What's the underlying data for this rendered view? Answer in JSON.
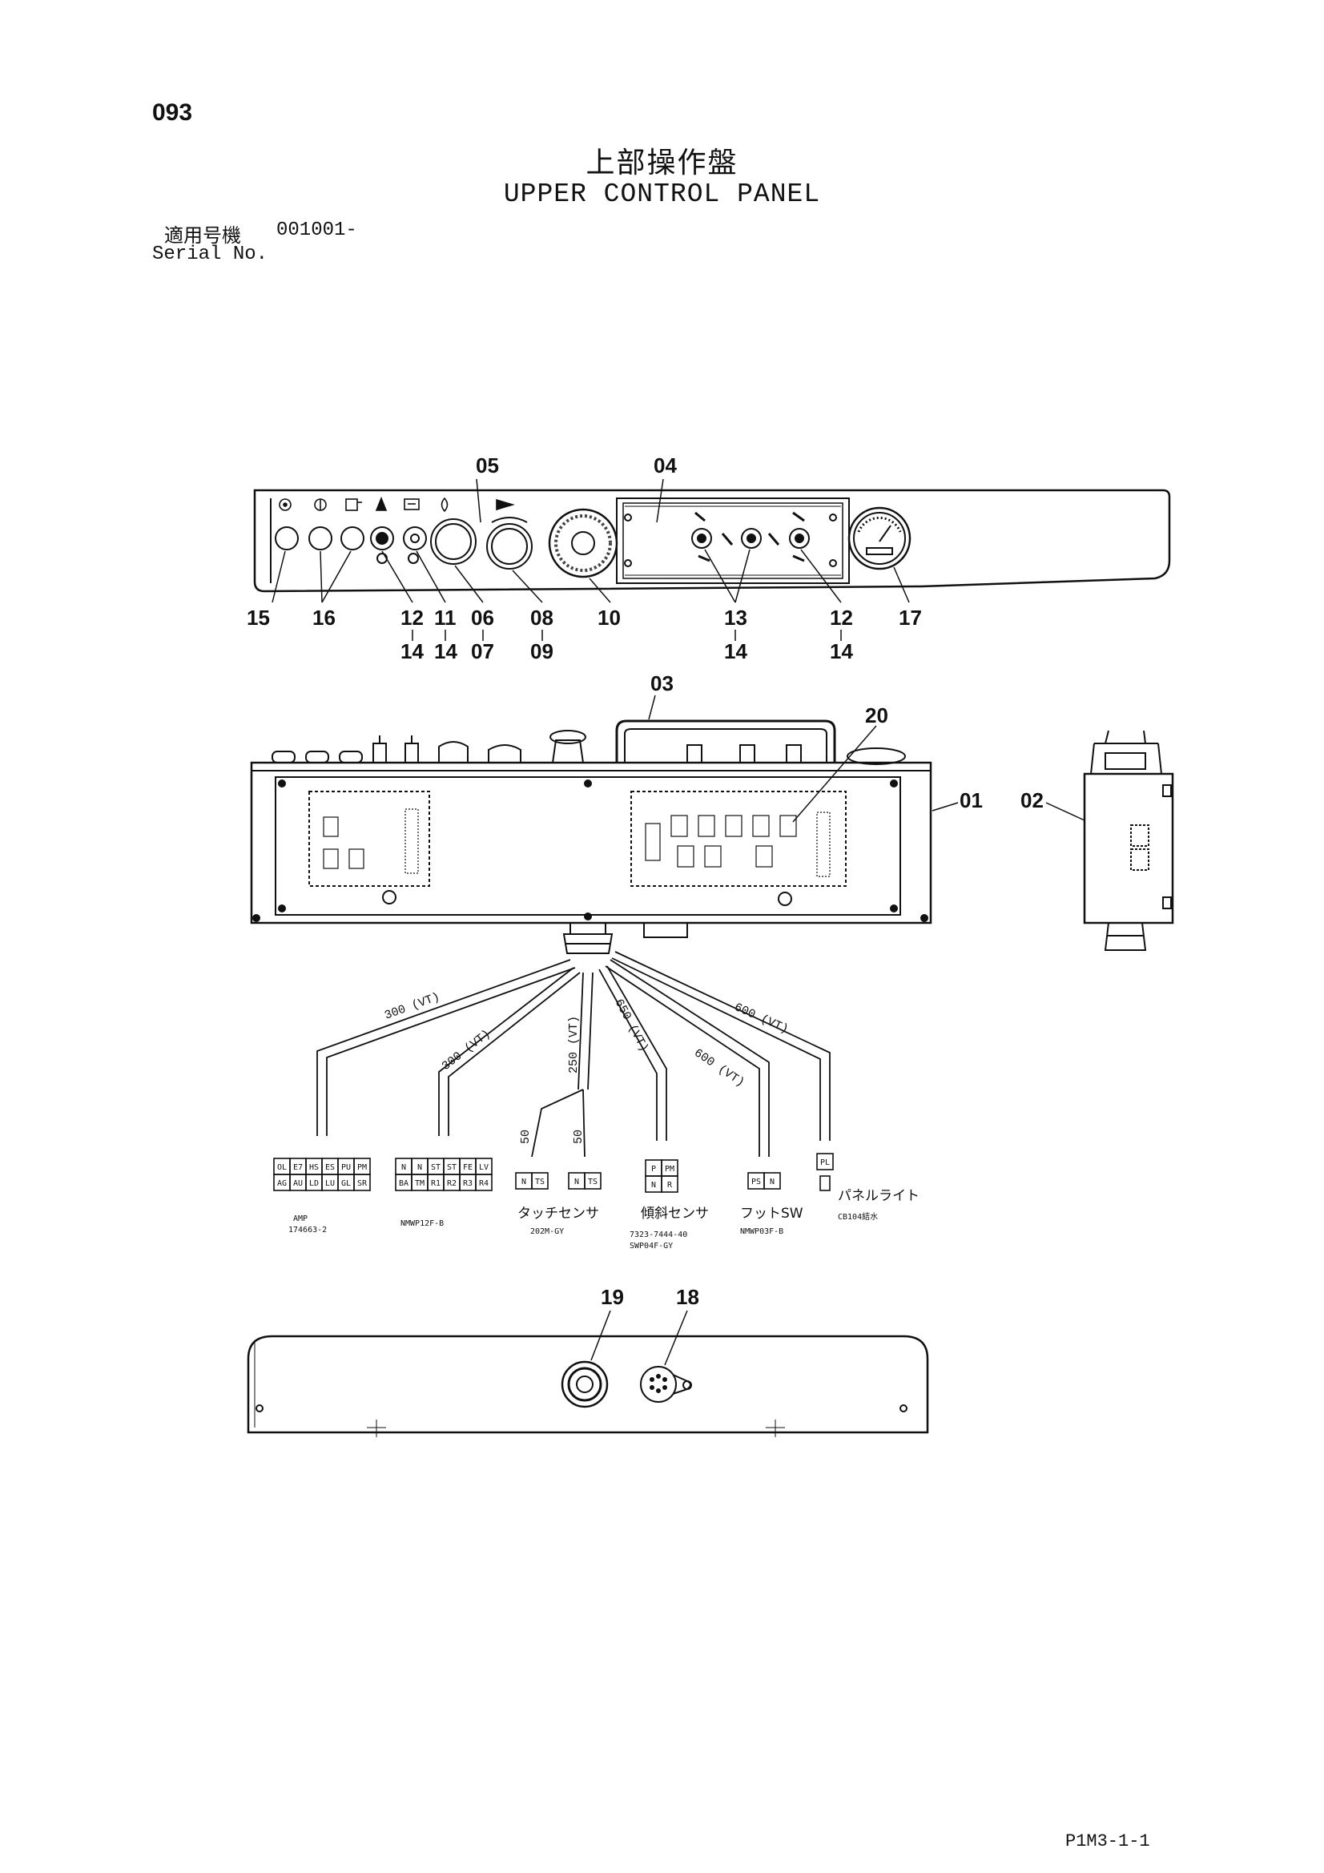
{
  "header": {
    "page_number": "093",
    "title_jp": "上部操作盤",
    "title_en": "UPPER CONTROL PANEL",
    "serial_jp": "適用号機",
    "serial_value": "001001-",
    "serial_en": "Serial No."
  },
  "callouts": {
    "c01": "01",
    "c02": "02",
    "c03": "03",
    "c04": "04",
    "c05": "05",
    "c10": "10",
    "c15": "15",
    "c16": "16",
    "c17": "17",
    "c18": "18",
    "c19": "19",
    "c20": "20",
    "s1_top": "12",
    "s1_bot": "14",
    "s2_top": "11",
    "s2_bot": "14",
    "s3_top": "06",
    "s3_bot": "07",
    "s4_top": "08",
    "s4_bot": "09",
    "s5_top": "13",
    "s5_bot": "14",
    "s6_top": "12",
    "s6_bot": "14"
  },
  "cables": {
    "c1": "300 (VT)",
    "c2": "300 (VT)",
    "c3": "250 (VT)",
    "c3a": "50",
    "c3b": "50",
    "c4": "650 (VT)",
    "c5": "600 (VT)",
    "c6": "600 (VT)"
  },
  "connectors": {
    "amp_cells_top": [
      "OL",
      "E7",
      "HS",
      "ES",
      "PU",
      "PM"
    ],
    "amp_cells_bot": [
      "AG",
      "AU",
      "LD",
      "LU",
      "GL",
      "SR"
    ],
    "amp_label1": "AMP",
    "amp_label2": "174663-2",
    "nmw_cells_top": [
      "N",
      "N",
      "ST",
      "ST",
      "FE",
      "LV"
    ],
    "nmw_cells_bot": [
      "BA",
      "TM",
      "R1",
      "R2",
      "R3",
      "R4"
    ],
    "nmw_label": "NMWP12F-B",
    "touch_left": [
      "N",
      "TS"
    ],
    "touch_right": [
      "N",
      "TS"
    ],
    "touch_tag": "タッチセンサ",
    "touch_label": "202M-GY",
    "tilt_cells_top": [
      "P",
      "PM"
    ],
    "tilt_cells_bot": [
      "N",
      "R"
    ],
    "tilt_tag": "傾斜センサ",
    "tilt_label1": "7323-7444-40",
    "tilt_label2": "SWP04F-GY",
    "foot_cells": [
      "PS",
      "N"
    ],
    "foot_tag": "フットSW",
    "foot_label": "NMWP03F-B",
    "light_cell": "PL",
    "light_tag": "パネルライト",
    "light_label": "CB104結水"
  },
  "footer": {
    "page_code": "P1M3-1-1"
  }
}
